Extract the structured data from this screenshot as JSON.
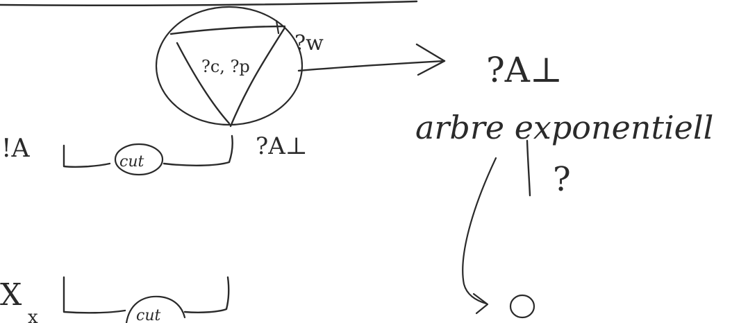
{
  "labels": {
    "why_not_w": "?w",
    "inner_triangle": "?c, ?p",
    "target": "?A⊥",
    "target_caption": "arbre exponentiell",
    "question_mark": "?",
    "small_circle_label": "O",
    "bang_a": "!A",
    "cut_label": "cut",
    "dual_a": "?A⊥",
    "x_label": "X",
    "x_subscript": "x",
    "cut_label_bottom": "cut"
  },
  "colors": {
    "ink": "#2a2a2a",
    "background": "#ffffff"
  }
}
